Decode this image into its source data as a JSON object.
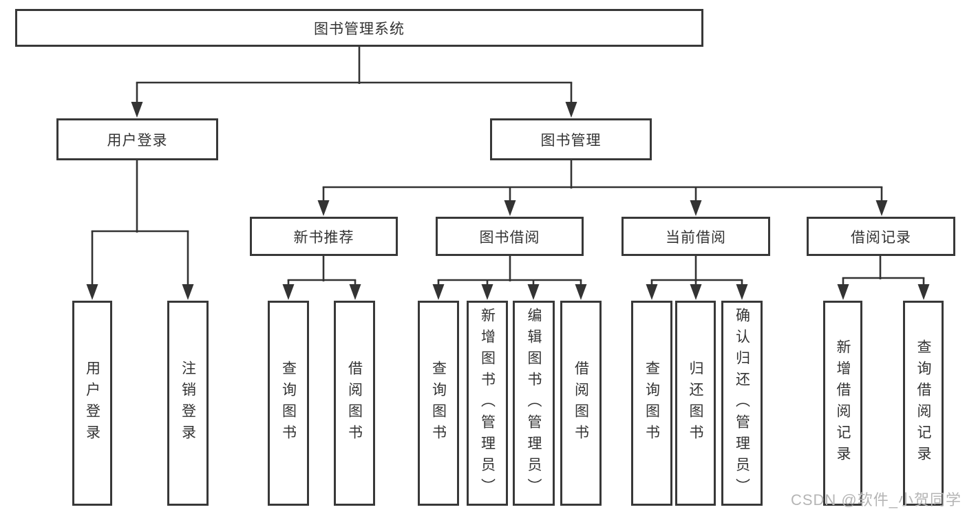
{
  "colors": {
    "line": "#333333",
    "box_border": "#383838",
    "text": "#333333",
    "watermark": "#b5b5b5",
    "bg": "#ffffff"
  },
  "diagram": {
    "type": "tree",
    "root": {
      "label": "图书管理系统",
      "children": [
        {
          "label": "用户登录",
          "children": [
            {
              "label": "用户登录"
            },
            {
              "label": "注销登录"
            }
          ]
        },
        {
          "label": "图书管理",
          "children": [
            {
              "label": "新书推荐",
              "children": [
                {
                  "label": "查询图书"
                },
                {
                  "label": "借阅图书"
                }
              ]
            },
            {
              "label": "图书借阅",
              "children": [
                {
                  "label": "查询图书"
                },
                {
                  "label": "新增图书（管理员）"
                },
                {
                  "label": "编辑图书（管理员）"
                },
                {
                  "label": "借阅图书"
                }
              ]
            },
            {
              "label": "当前借阅",
              "children": [
                {
                  "label": "查询图书"
                },
                {
                  "label": "归还图书"
                },
                {
                  "label": "确认归还（管理员）"
                }
              ]
            },
            {
              "label": "借阅记录",
              "children": [
                {
                  "label": "新增借阅记录"
                },
                {
                  "label": "查询借阅记录"
                }
              ]
            }
          ]
        }
      ]
    }
  },
  "watermark": {
    "text": "CSDN @软件_小贺同学"
  }
}
